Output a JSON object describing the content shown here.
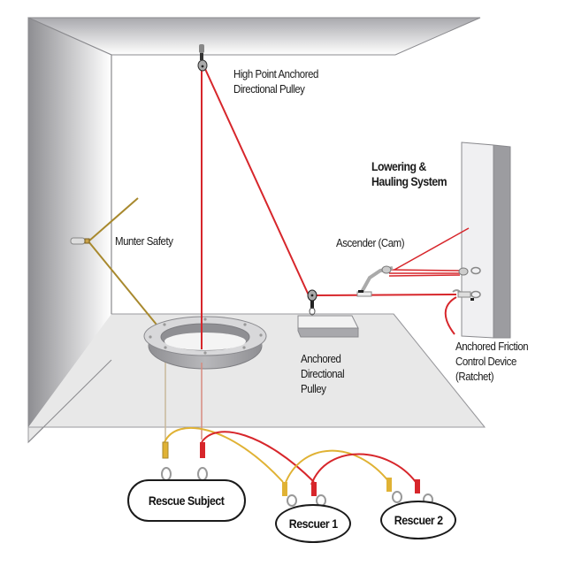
{
  "diagram": {
    "title": "Lowering & Hauling System",
    "labels": {
      "high_point_pulley_line1": "High Point Anchored",
      "high_point_pulley_line2": "Directional Pulley",
      "munter_safety": "Munter Safety",
      "system_title_line1": "Lowering &",
      "system_title_line2": "Hauling System",
      "ascender": "Ascender (Cam)",
      "anchored_pulley_line1": "Anchored",
      "anchored_pulley_line2": "Directional",
      "anchored_pulley_line3": "Pulley",
      "friction_line1": "Anchored Friction",
      "friction_line2": "Control Device",
      "friction_line3": "(Ratchet)"
    },
    "nodes": {
      "rescue_subject": "Rescue Subject",
      "rescuer_1": "Rescuer 1",
      "rescuer_2": "Rescuer 2"
    },
    "colors": {
      "main_line": "#d7262b",
      "safety_line": "#a8892e",
      "tether_yellow": "#e0b234",
      "wall_gray": "#b5b5b7",
      "floor": "#e6e6e6"
    }
  }
}
